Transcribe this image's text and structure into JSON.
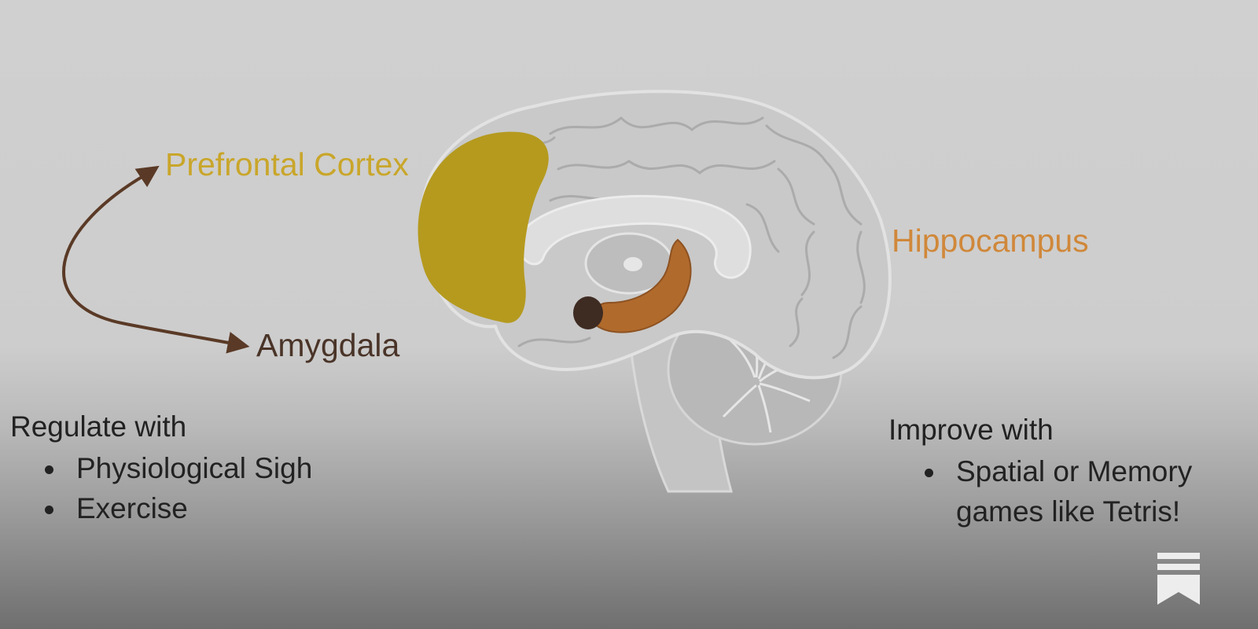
{
  "labels": {
    "prefrontal_cortex": "Prefrontal Cortex",
    "amygdala": "Amygdala",
    "hippocampus": "Hippocampus"
  },
  "left_note": {
    "heading": "Regulate with",
    "items": [
      "Physiological Sigh",
      "Exercise"
    ]
  },
  "right_note": {
    "heading": "Improve with",
    "items": [
      "Spatial or Memory games like Tetris!"
    ]
  },
  "icons": {
    "brand": "bookmark-icon"
  },
  "colors": {
    "prefrontal_cortex": "#b59a1e",
    "amygdala": "#3e2b22",
    "hippocampus": "#b06a2c",
    "arrow": "#5a3a26"
  }
}
